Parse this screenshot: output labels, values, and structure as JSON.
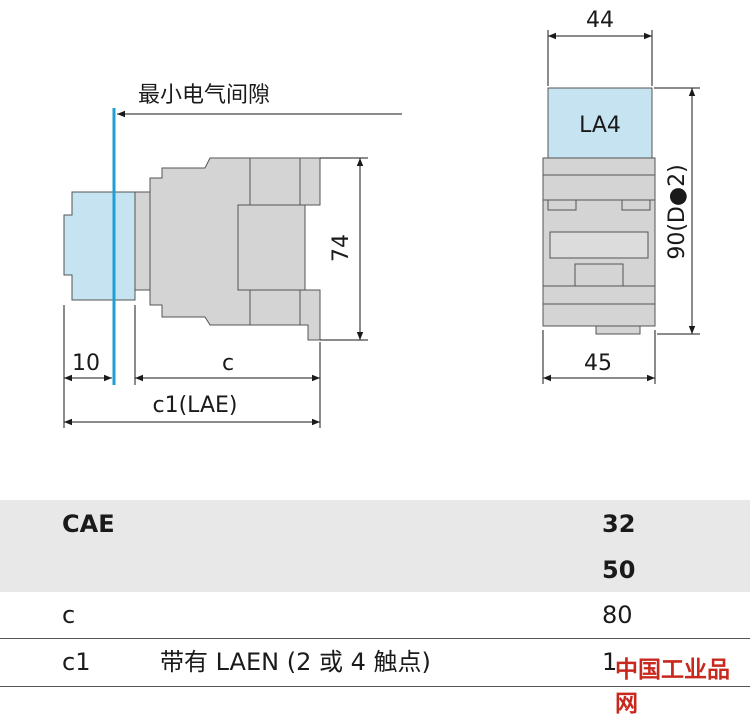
{
  "drawing": {
    "side_view": {
      "clearance_label": "最小电气间隙",
      "height_dim": "74",
      "offset_dim": "10",
      "depth_dim": "c",
      "total_depth_dim": "c1(LAE)"
    },
    "front_view": {
      "block_label": "LA4",
      "top_width_dim": "44",
      "height_dim": "90(D●2)",
      "bottom_width_dim": "45"
    },
    "colors": {
      "accessory_fill": "#c5e3f0",
      "body_fill": "#d4d4d4",
      "clearance_line": "#1e9fd6"
    }
  },
  "table": {
    "rows": [
      {
        "label": "CAE",
        "desc": "",
        "value": "32",
        "shaded": true,
        "bold": true
      },
      {
        "label": "",
        "desc": "",
        "value": "50",
        "shaded": true,
        "bold": true
      },
      {
        "label": "c",
        "desc": "",
        "value": "80",
        "shaded": false,
        "bold": false
      },
      {
        "label": "c1",
        "desc": "带有 LAEN (2 或 4 触点)",
        "value": "1",
        "shaded": false,
        "bold": false
      }
    ]
  },
  "watermark": "中国工业品网"
}
